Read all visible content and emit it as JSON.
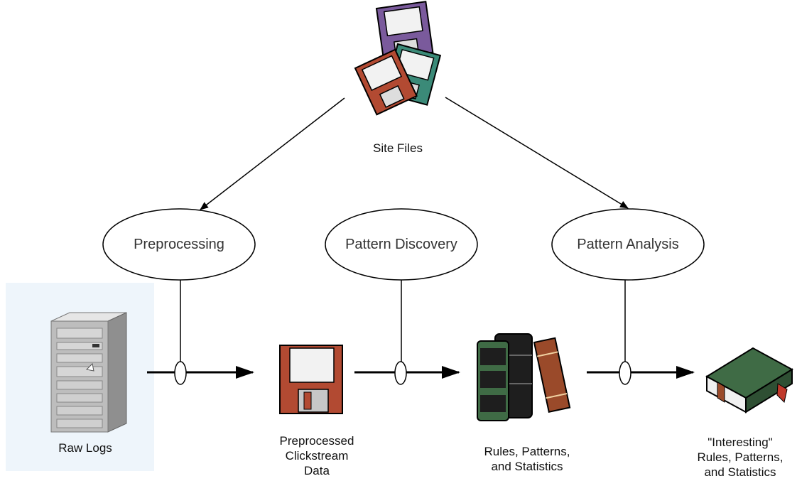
{
  "source": {
    "label": "Site Files"
  },
  "stages": [
    {
      "label": "Preprocessing"
    },
    {
      "label": "Pattern Discovery"
    },
    {
      "label": "Pattern Analysis"
    }
  ],
  "artifacts": [
    {
      "label_lines": [
        "Raw Logs"
      ]
    },
    {
      "label_lines": [
        "Preprocessed",
        "Clickstream",
        "Data"
      ]
    },
    {
      "label_lines": [
        "Rules, Patterns,",
        "and Statistics"
      ]
    },
    {
      "label_lines": [
        "\"Interesting\"",
        "Rules, Patterns,",
        "and Statistics"
      ]
    }
  ],
  "colors": {
    "disk_purple": "#7a5a9c",
    "disk_teal": "#3b8a78",
    "disk_red": "#b24a32",
    "book_green": "#3f6b45",
    "book_black": "#1e1e1e",
    "book_brown": "#9a4a2a",
    "server_gray": "#b9b9b9",
    "background_panel": "#eef5fb"
  }
}
